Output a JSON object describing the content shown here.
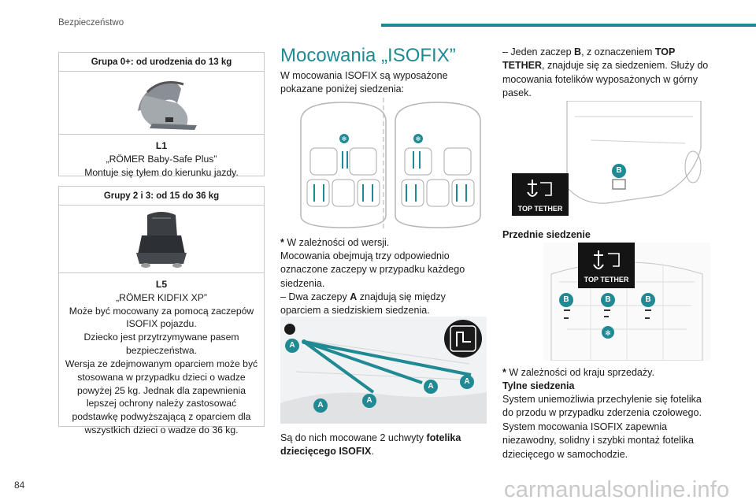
{
  "header": {
    "section": "Bezpieczeństwo",
    "accent": "#1f8a94"
  },
  "page_number": "84",
  "watermark": "carmanualsonline.info",
  "left": {
    "box1": {
      "heading": "Grupa 0+: od urodzenia do 13 kg",
      "code": "L1",
      "lines": [
        "„RÖMER Baby-Safe Plus”",
        "Montuje się tyłem do kierunku jazdy."
      ]
    },
    "box2": {
      "heading": "Grupy 2 i 3: od 15 do 36 kg",
      "code": "L5",
      "lines": [
        "„RÖMER KIDFIX XP”",
        "Może być mocowany za pomocą zaczepów ISOFIX pojazdu.",
        "Dziecko jest przytrzymywane pasem bezpieczeństwa.",
        "Wersja ze zdejmowanym oparciem może być stosowana w przypadku dzieci o wadze powyżej 25 kg. Jednak dla zapewnienia lepszej ochrony należy zastosować podstawkę podwyższającą z oparciem dla wszystkich dzieci o wadze do 36 kg."
      ]
    }
  },
  "middle": {
    "title": "Mocowania „ISOFIX”",
    "intro": "W mocowania ISOFIX są wyposażone pokazane poniżej siedzenia:",
    "note_star": "*",
    "note": "W zależności od wersji.",
    "para1": "Mocowania obejmują trzy odpowiednio oznaczone zaczepy w przypadku każdego siedzenia.",
    "dash_a_pre": "–  Dwa zaczepy ",
    "dash_a_letter": "A",
    "dash_a_post": " znajdują się między oparciem a siedziskiem siedzenia.",
    "bottom_pre": "Są do nich mocowane 2 uchwyty ",
    "bottom_bold": "fotelika dziecięcego ISOFIX",
    "bottom_post": ".",
    "badge_a": "A",
    "badge_star": "✻"
  },
  "right": {
    "dash_b_pre": "–  Jeden zaczep ",
    "dash_b_letter": "B",
    "dash_b_mid": ", z oznaczeniem ",
    "dash_b_bold": "TOP TETHER",
    "dash_b_post": ", znajduje się za siedzeniem. Służy do mocowania fotelików wyposażonych w górny pasek.",
    "top_tether_label": "TOP TETHER",
    "badge_b": "B",
    "front_seats_heading": "Przednie siedzenie",
    "note_star": "*",
    "note": "W zależności od kraju sprzedaży.",
    "rear_heading": "Tylne siedzenia",
    "rear_text": "System uniemożliwia przechylenie się fotelika do przodu w przypadku zderzenia czołowego.",
    "rear_text2": "System mocowania ISOFIX zapewnia niezawodny, solidny i szybki montaż fotelika dziecięcego w samochodzie."
  }
}
